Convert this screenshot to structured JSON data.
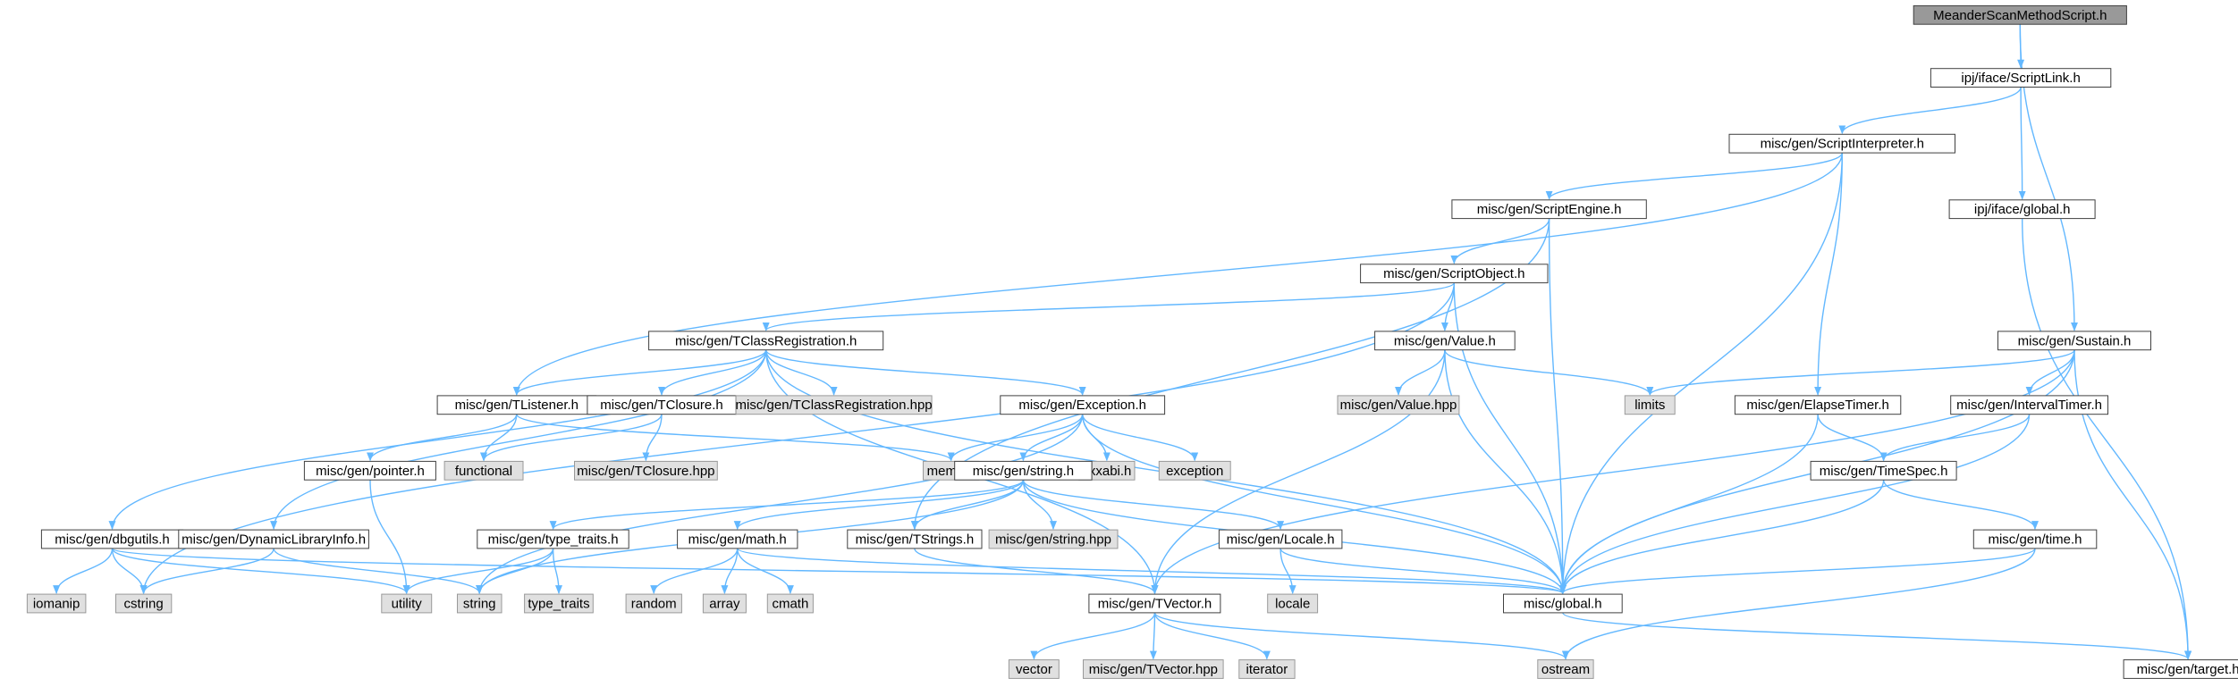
{
  "colors": {
    "edge": "#63b8ff",
    "node_border": "#404040",
    "node_fill": "#ffffff",
    "root_fill": "#999999",
    "external_fill": "#e0e0e0",
    "external_border": "#999999"
  },
  "nodes": [
    {
      "id": "root",
      "label": "MeanderScanMethodScript.h",
      "kind": "root"
    },
    {
      "id": "scriptlink",
      "label": "ipj/iface/ScriptLink.h",
      "kind": "normal"
    },
    {
      "id": "scriptinterp",
      "label": "misc/gen/ScriptInterpreter.h",
      "kind": "normal"
    },
    {
      "id": "ipjglobal",
      "label": "ipj/iface/global.h",
      "kind": "normal"
    },
    {
      "id": "scriptengine",
      "label": "misc/gen/ScriptEngine.h",
      "kind": "normal"
    },
    {
      "id": "scriptobject",
      "label": "misc/gen/ScriptObject.h",
      "kind": "normal"
    },
    {
      "id": "sustain",
      "label": "misc/gen/Sustain.h",
      "kind": "normal"
    },
    {
      "id": "tclassreg",
      "label": "misc/gen/TClassRegistration.h",
      "kind": "normal"
    },
    {
      "id": "value",
      "label": "misc/gen/Value.h",
      "kind": "normal"
    },
    {
      "id": "tlistener",
      "label": "misc/gen/TListener.h",
      "kind": "normal"
    },
    {
      "id": "tclosure",
      "label": "misc/gen/TClosure.h",
      "kind": "normal"
    },
    {
      "id": "tclassreghpp",
      "label": "misc/gen/TClassRegistration.hpp",
      "kind": "external"
    },
    {
      "id": "exception",
      "label": "misc/gen/Exception.h",
      "kind": "normal"
    },
    {
      "id": "valuehpp",
      "label": "misc/gen/Value.hpp",
      "kind": "external"
    },
    {
      "id": "limits",
      "label": "limits",
      "kind": "external"
    },
    {
      "id": "elapsetimer",
      "label": "misc/gen/ElapseTimer.h",
      "kind": "normal"
    },
    {
      "id": "intervaltimer",
      "label": "misc/gen/IntervalTimer.h",
      "kind": "normal"
    },
    {
      "id": "functional",
      "label": "functional",
      "kind": "external"
    },
    {
      "id": "memory",
      "label": "memory",
      "kind": "external"
    },
    {
      "id": "tclosurehpp",
      "label": "misc/gen/TClosure.hpp",
      "kind": "external"
    },
    {
      "id": "cxxabi",
      "label": "cxxabi.h",
      "kind": "external"
    },
    {
      "id": "exceptionstd",
      "label": "exception",
      "kind": "external"
    },
    {
      "id": "pointer",
      "label": "misc/gen/pointer.h",
      "kind": "normal"
    },
    {
      "id": "stringh",
      "label": "misc/gen/string.h",
      "kind": "normal"
    },
    {
      "id": "timespec",
      "label": "misc/gen/TimeSpec.h",
      "kind": "normal"
    },
    {
      "id": "dbgutils",
      "label": "misc/gen/dbgutils.h",
      "kind": "normal"
    },
    {
      "id": "dynlib",
      "label": "misc/gen/DynamicLibraryInfo.h",
      "kind": "normal"
    },
    {
      "id": "typetraitsh",
      "label": "misc/gen/type_traits.h",
      "kind": "normal"
    },
    {
      "id": "mathh",
      "label": "misc/gen/math.h",
      "kind": "normal"
    },
    {
      "id": "tstrings",
      "label": "misc/gen/TStrings.h",
      "kind": "normal"
    },
    {
      "id": "stringhpp",
      "label": "misc/gen/string.hpp",
      "kind": "external"
    },
    {
      "id": "locale",
      "label": "misc/gen/Locale.h",
      "kind": "normal"
    },
    {
      "id": "timeh",
      "label": "misc/gen/time.h",
      "kind": "normal"
    },
    {
      "id": "iomanip",
      "label": "iomanip",
      "kind": "external"
    },
    {
      "id": "cstring",
      "label": "cstring",
      "kind": "external"
    },
    {
      "id": "utility",
      "label": "utility",
      "kind": "external"
    },
    {
      "id": "string",
      "label": "string",
      "kind": "external"
    },
    {
      "id": "typetraits",
      "label": "type_traits",
      "kind": "external"
    },
    {
      "id": "random",
      "label": "random",
      "kind": "external"
    },
    {
      "id": "array",
      "label": "array",
      "kind": "external"
    },
    {
      "id": "cmath",
      "label": "cmath",
      "kind": "external"
    },
    {
      "id": "tvector",
      "label": "misc/gen/TVector.h",
      "kind": "normal"
    },
    {
      "id": "localestd",
      "label": "locale",
      "kind": "external"
    },
    {
      "id": "miscglobal",
      "label": "misc/global.h",
      "kind": "normal"
    },
    {
      "id": "vector",
      "label": "vector",
      "kind": "external"
    },
    {
      "id": "tvectorhpp",
      "label": "misc/gen/TVector.hpp",
      "kind": "external"
    },
    {
      "id": "iterator",
      "label": "iterator",
      "kind": "external"
    },
    {
      "id": "ostream",
      "label": "ostream",
      "kind": "external"
    },
    {
      "id": "target",
      "label": "misc/gen/target.h",
      "kind": "normal"
    }
  ],
  "edges": [
    [
      "root",
      "scriptlink"
    ],
    [
      "root",
      "sustain"
    ],
    [
      "scriptlink",
      "scriptinterp"
    ],
    [
      "scriptlink",
      "ipjglobal"
    ],
    [
      "ipjglobal",
      "target"
    ],
    [
      "scriptinterp",
      "scriptengine"
    ],
    [
      "scriptinterp",
      "tlistener"
    ],
    [
      "scriptinterp",
      "elapsetimer"
    ],
    [
      "scriptinterp",
      "miscglobal"
    ],
    [
      "scriptengine",
      "scriptobject"
    ],
    [
      "scriptengine",
      "tstrings"
    ],
    [
      "scriptengine",
      "miscglobal"
    ],
    [
      "scriptobject",
      "tclassreg"
    ],
    [
      "scriptobject",
      "value"
    ],
    [
      "scriptobject",
      "cstring"
    ],
    [
      "scriptobject",
      "miscglobal"
    ],
    [
      "tclassreg",
      "tlistener"
    ],
    [
      "tclassreg",
      "tclosure"
    ],
    [
      "tclassreg",
      "tclassreghpp"
    ],
    [
      "tclassreg",
      "exception"
    ],
    [
      "tclassreg",
      "dbgutils"
    ],
    [
      "tclassreg",
      "dynlib"
    ],
    [
      "tclassreg",
      "tvector"
    ],
    [
      "tclassreg",
      "miscglobal"
    ],
    [
      "value",
      "valuehpp"
    ],
    [
      "value",
      "limits"
    ],
    [
      "value",
      "tvector"
    ],
    [
      "value",
      "miscglobal"
    ],
    [
      "tlistener",
      "functional"
    ],
    [
      "tlistener",
      "memory"
    ],
    [
      "tlistener",
      "pointer"
    ],
    [
      "tclosure",
      "functional"
    ],
    [
      "tclosure",
      "tclosurehpp"
    ],
    [
      "exception",
      "memory"
    ],
    [
      "exception",
      "cxxabi"
    ],
    [
      "exception",
      "exceptionstd"
    ],
    [
      "exception",
      "stringh"
    ],
    [
      "exception",
      "string"
    ],
    [
      "exception",
      "miscglobal"
    ],
    [
      "sustain",
      "limits"
    ],
    [
      "sustain",
      "intervaltimer"
    ],
    [
      "sustain",
      "tvector"
    ],
    [
      "sustain",
      "miscglobal"
    ],
    [
      "sustain",
      "target"
    ],
    [
      "elapsetimer",
      "timespec"
    ],
    [
      "elapsetimer",
      "miscglobal"
    ],
    [
      "intervaltimer",
      "timespec"
    ],
    [
      "intervaltimer",
      "miscglobal"
    ],
    [
      "timespec",
      "timeh"
    ],
    [
      "timespec",
      "miscglobal"
    ],
    [
      "timeh",
      "miscglobal"
    ],
    [
      "timeh",
      "ostream"
    ],
    [
      "pointer",
      "utility"
    ],
    [
      "stringh",
      "typetraitsh"
    ],
    [
      "stringh",
      "mathh"
    ],
    [
      "stringh",
      "tstrings"
    ],
    [
      "stringh",
      "stringhpp"
    ],
    [
      "stringh",
      "locale"
    ],
    [
      "stringh",
      "string"
    ],
    [
      "stringh",
      "miscglobal"
    ],
    [
      "dbgutils",
      "iomanip"
    ],
    [
      "dbgutils",
      "cstring"
    ],
    [
      "dbgutils",
      "utility"
    ],
    [
      "dbgutils",
      "miscglobal"
    ],
    [
      "dynlib",
      "cstring"
    ],
    [
      "dynlib",
      "string"
    ],
    [
      "typetraitsh",
      "utility"
    ],
    [
      "typetraitsh",
      "string"
    ],
    [
      "typetraitsh",
      "typetraits"
    ],
    [
      "mathh",
      "random"
    ],
    [
      "mathh",
      "array"
    ],
    [
      "mathh",
      "cmath"
    ],
    [
      "mathh",
      "miscglobal"
    ],
    [
      "tstrings",
      "tvector"
    ],
    [
      "locale",
      "localestd"
    ],
    [
      "locale",
      "miscglobal"
    ],
    [
      "tvector",
      "vector"
    ],
    [
      "tvector",
      "tvectorhpp"
    ],
    [
      "tvector",
      "iterator"
    ],
    [
      "tvector",
      "ostream"
    ],
    [
      "miscglobal",
      "target"
    ]
  ]
}
